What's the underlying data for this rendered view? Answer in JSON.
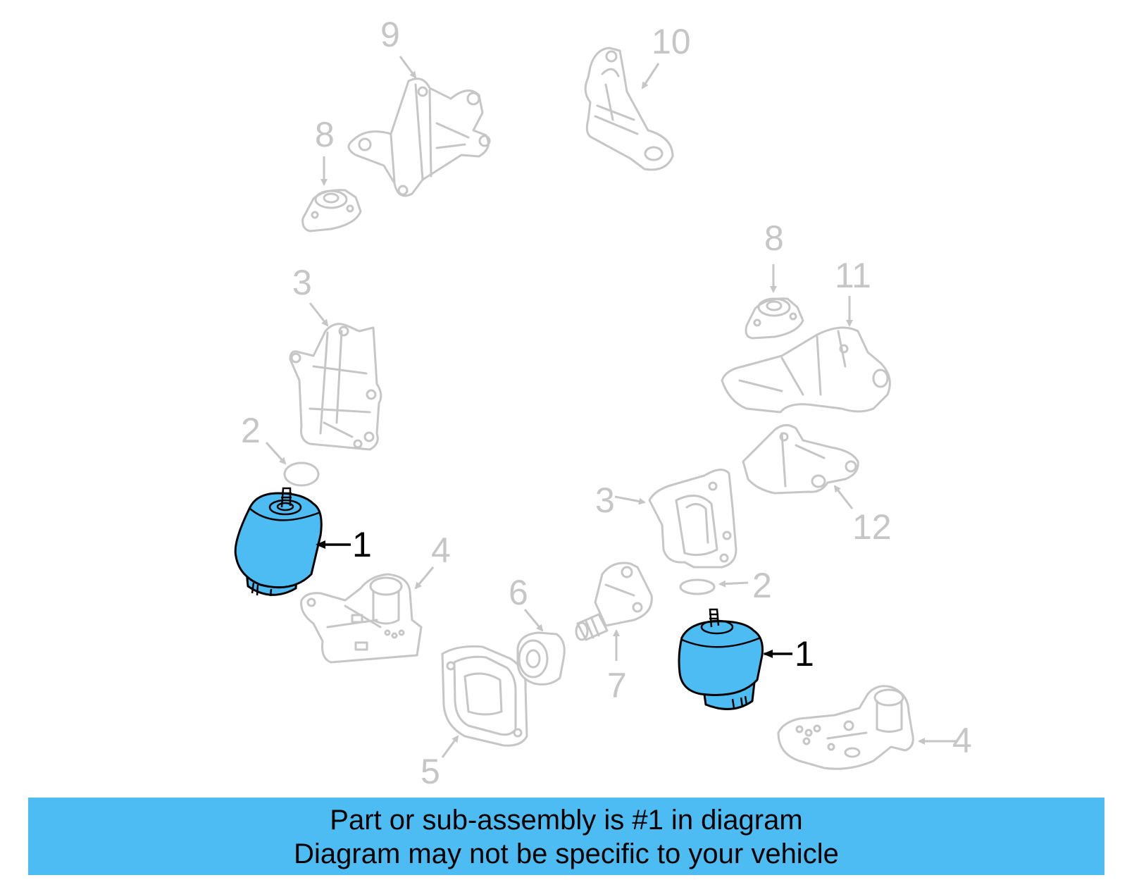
{
  "colors": {
    "highlight": "#4dbcf2",
    "ghost_line": "#c6c6c6",
    "ink": "#000000",
    "background": "#ffffff"
  },
  "callouts": {
    "c1_left": "1",
    "c1_right": "1",
    "c2_left": "2",
    "c2_right": "2",
    "c3_left": "3",
    "c3_right": "3",
    "c4_left": "4",
    "c4_right": "4",
    "c5": "5",
    "c6": "6",
    "c7": "7",
    "c8_left": "8",
    "c8_right": "8",
    "c9": "9",
    "c10": "10",
    "c11": "11",
    "c12": "12"
  },
  "banner": {
    "line1": "Part or sub-assembly is #1 in diagram",
    "line2": "Diagram may not be specific to your vehicle"
  }
}
